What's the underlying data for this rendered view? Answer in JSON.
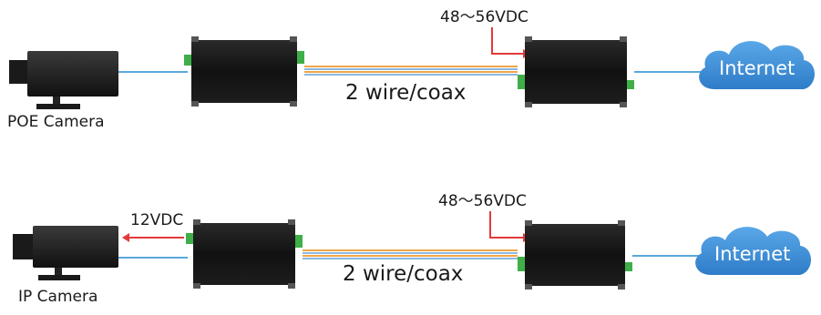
{
  "rows": [
    {
      "camera_label": "POE Camera",
      "supply_label": "48～56VDC",
      "wire_label": "2 wire/coax",
      "cloud_label": "Internet"
    },
    {
      "camera_label": "IP Camera",
      "camera_power_label": "12VDC",
      "supply_label": "48～56VDC",
      "wire_label": "2 wire/coax",
      "cloud_label": "Internet"
    }
  ],
  "colors": {
    "ethernet_line": "#5aa7dc",
    "power_arrow": "#e23a3a",
    "wire_orange": "#f2a54a",
    "wire_blue": "#8ab8e0",
    "cloud_fill": "#3f8fd6",
    "device_body": "#141414",
    "terminal_green": "#3fae49"
  }
}
